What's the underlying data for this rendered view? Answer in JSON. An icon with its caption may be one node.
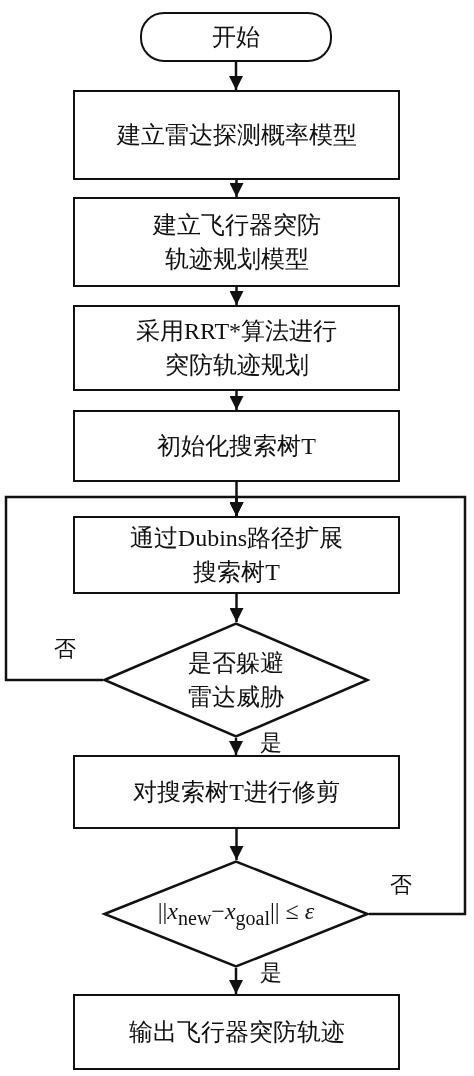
{
  "diagram": {
    "nodes": [
      {
        "text": [
          "开始"
        ]
      },
      {
        "text": [
          "建立雷达探测概率模型"
        ]
      },
      {
        "text": [
          "建立飞行器突防轨迹规划模型"
        ]
      },
      {
        "text": [
          "采用RRT*算法进行突防轨迹规划"
        ]
      },
      {
        "text": [
          "初始化搜索树T"
        ]
      },
      {
        "text": [
          "通过Dubins路径扩展搜索树T"
        ]
      },
      {
        "text": [
          "是否躲避雷达威胁"
        ]
      },
      {
        "text": [
          "对搜索树T进行修剪"
        ]
      },
      {
        "text": [
          "||*x*$_{new}$−*x*$_{goal}$|| ≤ *ε*"
        ]
      },
      {
        "text": [
          "输出飞行器突防轨迹"
        ]
      }
    ],
    "edges": [
      {
        "from": 0,
        "to": 1,
        "arrow": "to"
      },
      {
        "from": 1,
        "to": 2,
        "arrow": "to"
      },
      {
        "from": 2,
        "to": 3,
        "arrow": "to"
      },
      {
        "from": 3,
        "to": 4,
        "arrow": "to"
      },
      {
        "from": 4,
        "to": 5,
        "arrow": "to"
      },
      {
        "from": 5,
        "to": 6,
        "arrow": "to"
      },
      {
        "from": 6,
        "to": 7,
        "arrow": "to",
        "label": "是"
      },
      {
        "from": 6,
        "to": 5,
        "arrow": "to",
        "label": "否"
      },
      {
        "from": 7,
        "to": 8,
        "arrow": "to"
      },
      {
        "from": 8,
        "to": 9,
        "arrow": "to",
        "label": "是"
      },
      {
        "from": 8,
        "to": 5,
        "arrow": "to",
        "label": "否"
      }
    ]
  }
}
